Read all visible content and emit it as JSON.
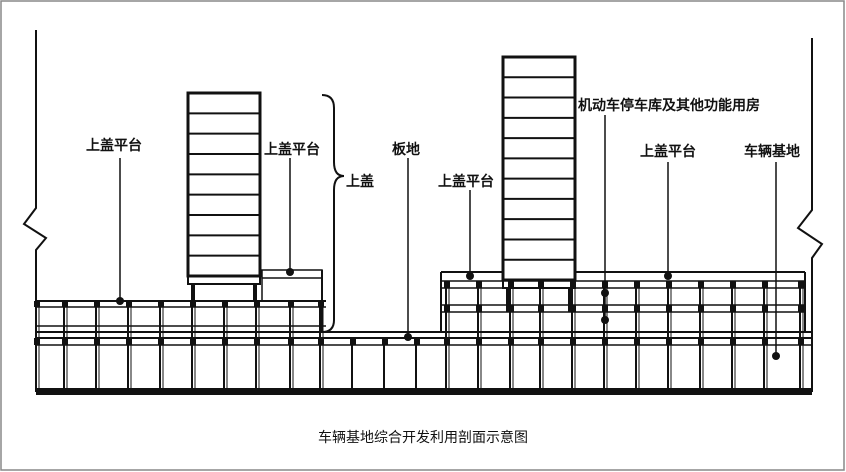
{
  "labels": {
    "platform_left": "上盖平台",
    "platform_mid": "上盖平台",
    "cover_bracket": "上盖",
    "slab_ground": "板地",
    "platform_center": "上盖平台",
    "parking_functions": "机动车停车库及其他功能用房",
    "platform_right": "上盖平台",
    "vehicle_base": "车辆基地"
  },
  "caption": "车辆基地综合开发利用剖面示意图",
  "colors": {
    "ink": "#111111",
    "paper": "#ffffff",
    "border": "#888888"
  }
}
